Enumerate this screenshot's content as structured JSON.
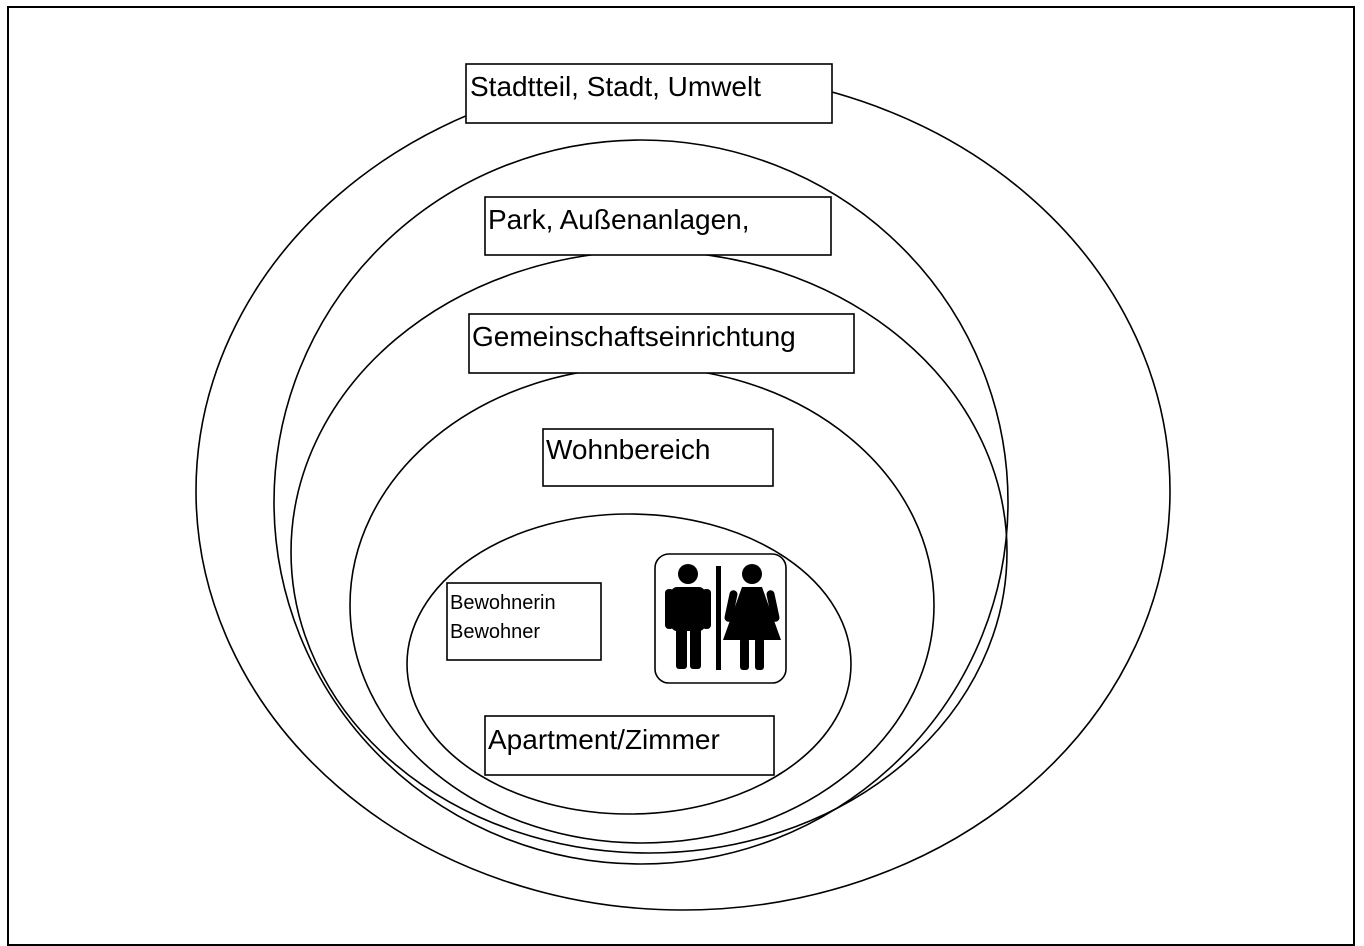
{
  "diagram": {
    "levels": [
      {
        "label": "Stadtteil, Stadt, Umwelt"
      },
      {
        "label": "Park, Außenanlagen,"
      },
      {
        "label": "Gemeinschaftseinrichtung"
      },
      {
        "label": "Wohnbereich"
      },
      {
        "label": "Apartment/Zimmer"
      }
    ],
    "resident": {
      "line1": "Bewohnerin",
      "line2": "Bewohner"
    },
    "icon": "restroom-man-woman-icon",
    "colors": {
      "stroke": "#000000",
      "background": "#ffffff"
    }
  }
}
